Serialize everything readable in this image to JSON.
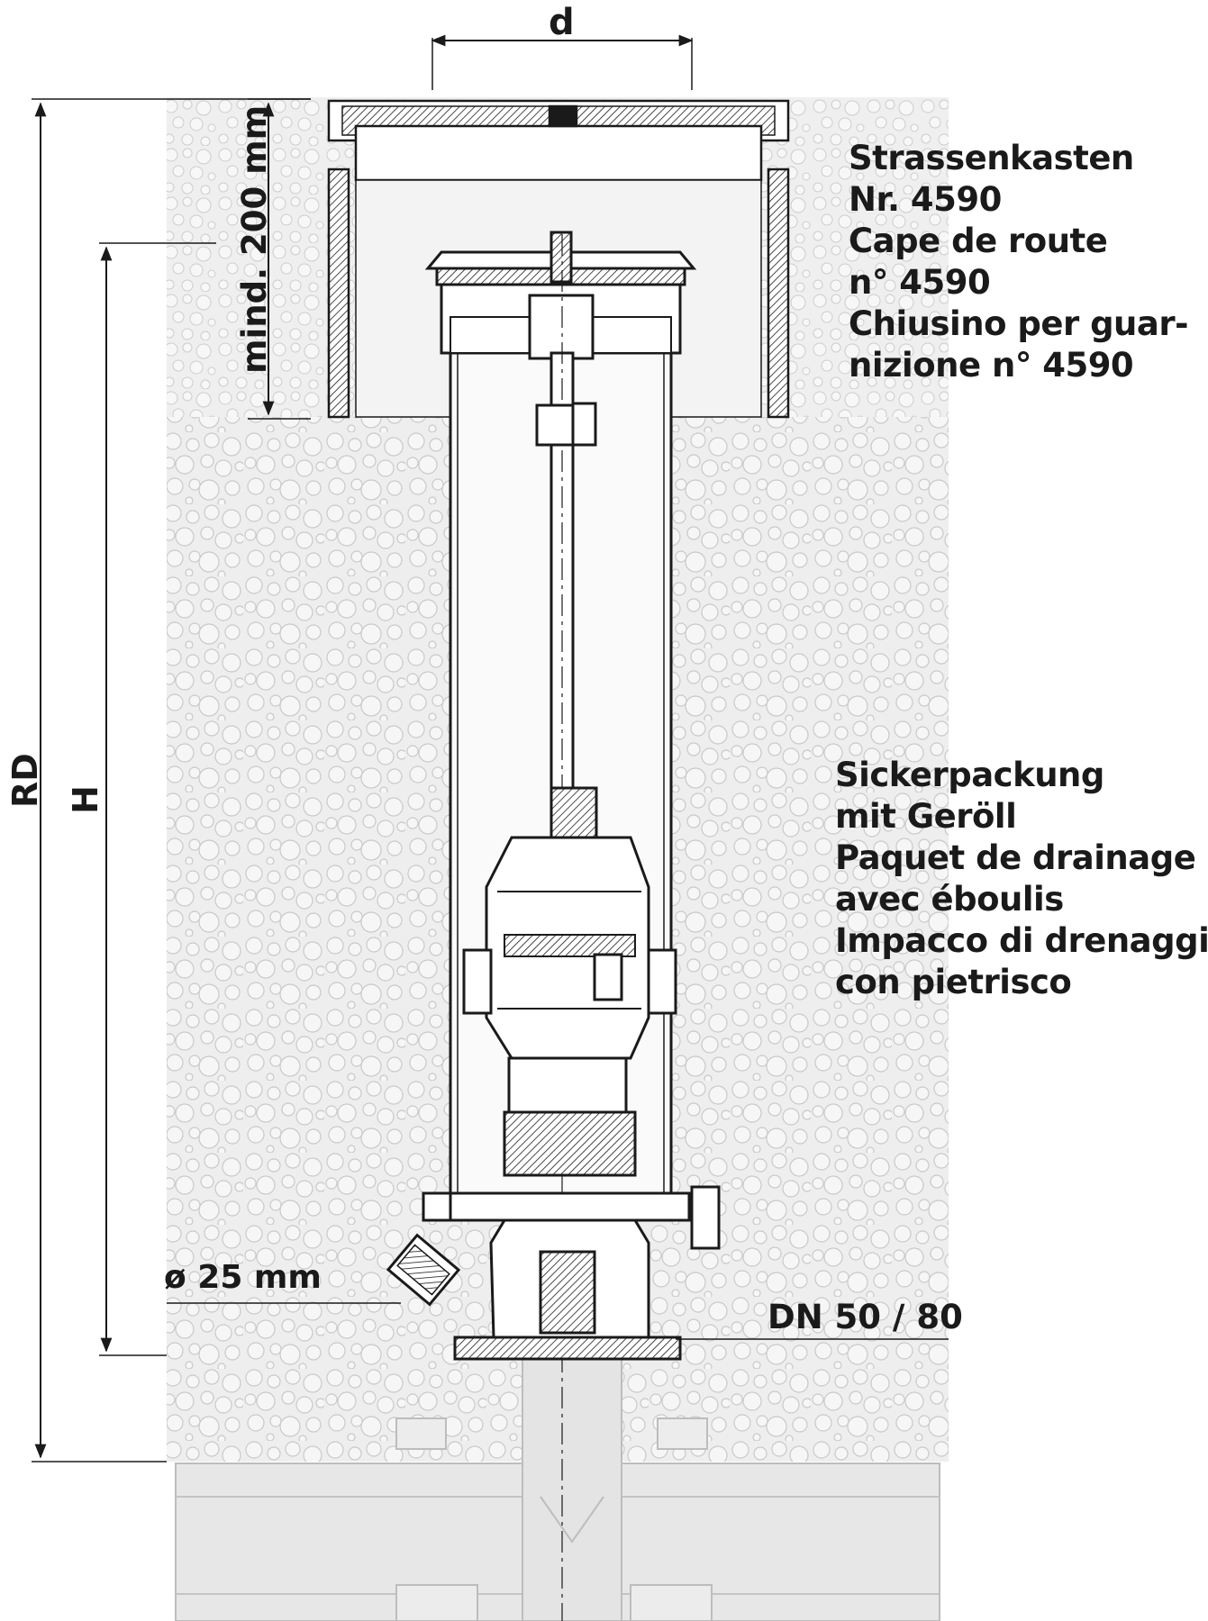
{
  "labels": {
    "d": "d",
    "min_depth": "mind. 200 mm",
    "rd": "RD",
    "h": "H",
    "drain_diameter": "ø 25 mm",
    "dn": "DN 50 / 80"
  },
  "street_box": [
    "Strassenkasten",
    "Nr. 4590",
    "Cape de route",
    "n° 4590",
    "Chiusino per guar-",
    "nizione n° 4590"
  ],
  "drainage": [
    "Sickerpackung",
    "mit Geröll",
    "Paquet de drainage",
    "avec éboulis",
    "Impacco di drenaggio",
    "con pietrisco"
  ],
  "colors": {
    "line": "#1a1a1a",
    "gravel_fill": "#efefef",
    "gravel_stroke": "#c8c8c8",
    "pipe_fill": "#e6e6e6"
  }
}
